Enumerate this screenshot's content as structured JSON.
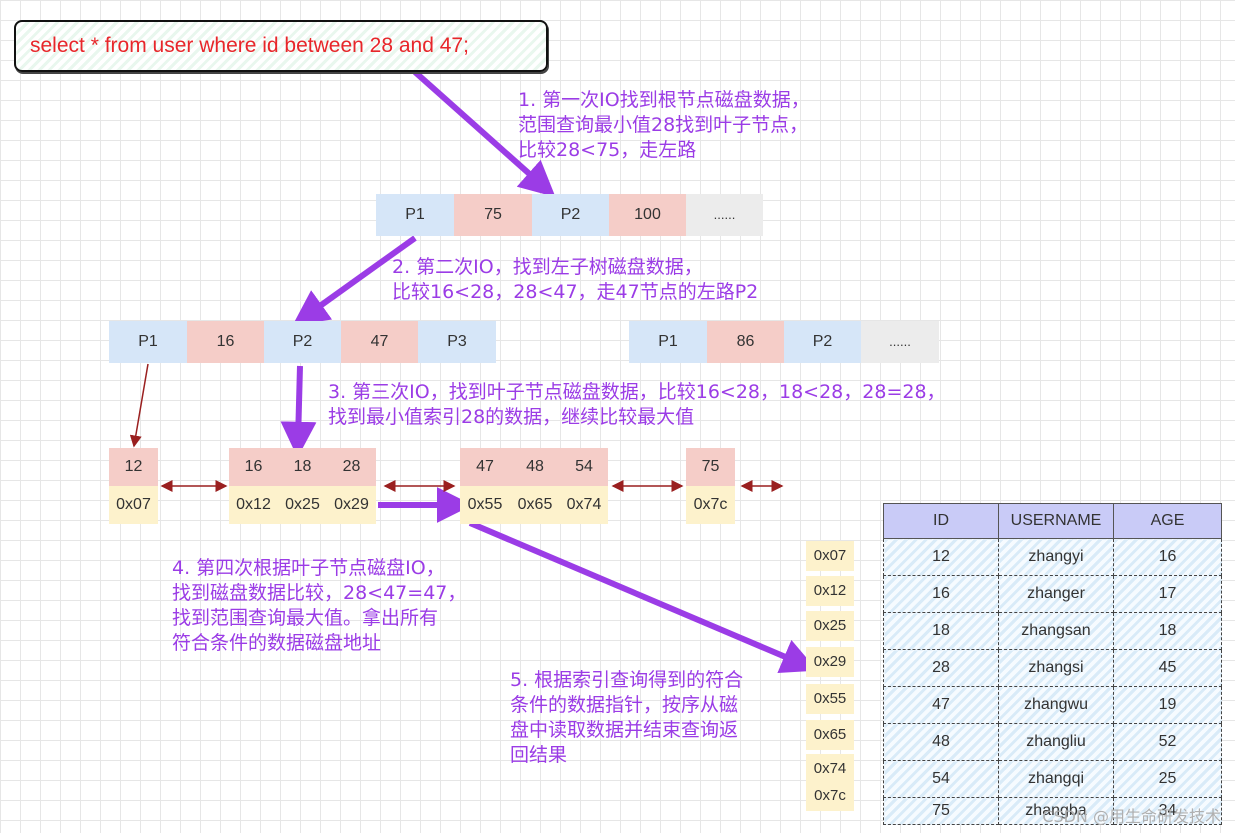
{
  "query": "select * from user where id between 28 and 47;",
  "notes": {
    "step1": "1. 第一次IO找到根节点磁盘数据，\n范围查询最小值28找到叶子节点，\n比较28<75，走左路",
    "step2": "2. 第二次IO，找到左子树磁盘数据，\n比较16<28，28<47，走47节点的左路P2",
    "step3": "3. 第三次IO，找到叶子节点磁盘数据，比较16<28，18<28，28=28，\n找到最小值索引28的数据，继续比较最大值",
    "step4": "4. 第四次根据叶子节点磁盘IO，\n找到磁盘数据比较，28<47=47，\n找到范围查询最大值。拿出所有\n符合条件的数据磁盘地址",
    "step5": "5. 根据索引查询得到的符合\n条件的数据指针，按序从磁\n盘中读取数据并结束查询返\n回结果"
  },
  "root_node": [
    "P1",
    "75",
    "P2",
    "100",
    "......"
  ],
  "mid_left_node": [
    "P1",
    "16",
    "P2",
    "47",
    "P3"
  ],
  "mid_right_node": [
    "P1",
    "86",
    "P2",
    "......"
  ],
  "leaves": [
    {
      "keys": [
        "12"
      ],
      "addrs": [
        "0x07"
      ]
    },
    {
      "keys": [
        "16",
        "18",
        "28"
      ],
      "addrs": [
        "0x12",
        "0x25",
        "0x29"
      ]
    },
    {
      "keys": [
        "47",
        "48",
        "54"
      ],
      "addrs": [
        "0x55",
        "0x65",
        "0x74"
      ]
    },
    {
      "keys": [
        "75"
      ],
      "addrs": [
        "0x7c"
      ]
    }
  ],
  "pointers": [
    "0x07",
    "0x12",
    "0x25",
    "0x29",
    "0x55",
    "0x65",
    "0x74",
    "0x7c"
  ],
  "table": {
    "headers": [
      "ID",
      "USERNAME",
      "AGE"
    ],
    "rows": [
      [
        "12",
        "zhangyi",
        "16"
      ],
      [
        "16",
        "zhanger",
        "17"
      ],
      [
        "18",
        "zhangsan",
        "18"
      ],
      [
        "28",
        "zhangsi",
        "45"
      ],
      [
        "47",
        "zhangwu",
        "19"
      ],
      [
        "48",
        "zhangliu",
        "52"
      ],
      [
        "54",
        "zhangqi",
        "25"
      ],
      [
        "75",
        "zhangba",
        "34"
      ]
    ]
  },
  "watermark": "CSDN @用生命研发技术",
  "colors": {
    "arrow_purple": "#9b3ce6",
    "arrow_red": "#9a1f1f",
    "query_text": "#e8262a",
    "key_cell": "#f5cdc8",
    "pointer_cell": "#d6e6f8",
    "addr_cell": "#fdf2cc"
  }
}
